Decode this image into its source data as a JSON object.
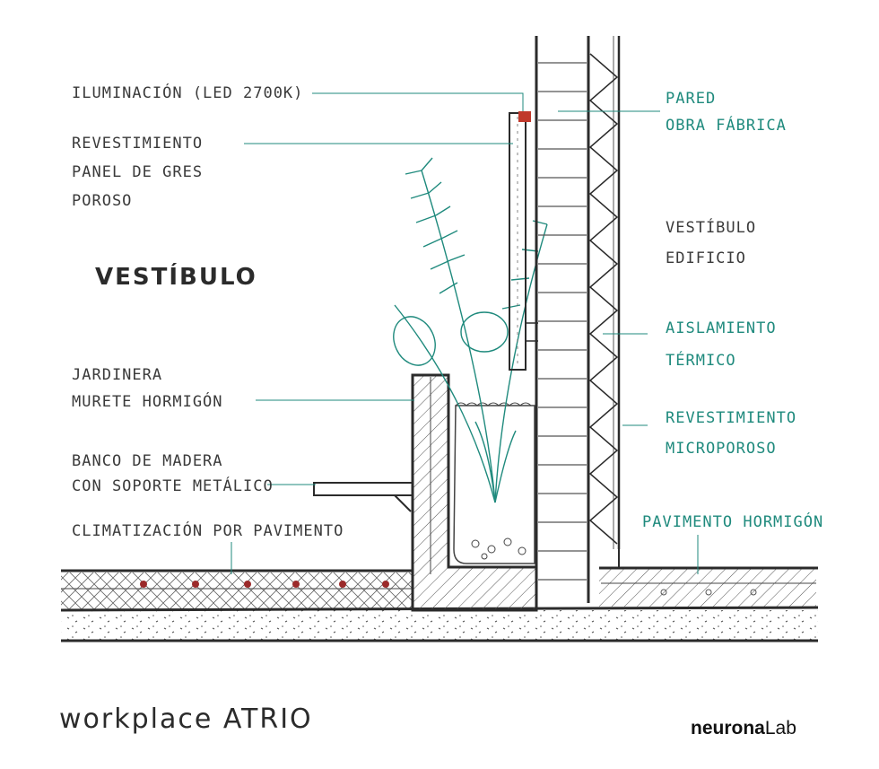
{
  "labels_left": {
    "iluminacion": "ILUMINACIÓN (LED 2700K)",
    "revestimiento_1": "REVESTIMIENTO",
    "revestimiento_2": "PANEL DE GRES",
    "revestimiento_3": "POROSO",
    "vestibulo": "VESTÍBULO",
    "jardinera_1": "JARDINERA",
    "jardinera_2": "MURETE HORMIGÓN",
    "banco_1": "BANCO DE MADERA",
    "banco_2": "CON SOPORTE METÁLICO",
    "climatizacion": "CLIMATIZACIÓN POR PAVIMENTO"
  },
  "labels_right": {
    "pared_1": "PARED",
    "pared_2": "OBRA FÁBRICA",
    "vestibulo_edificio_1": "VESTÍBULO",
    "vestibulo_edificio_2": "EDIFICIO",
    "aislamiento_1": "AISLAMIENTO",
    "aislamiento_2": "TÉRMICO",
    "revestimiento_micro_1": "REVESTIMIENTO",
    "revestimiento_micro_2": "MICROPOROSO",
    "pavimento": "PAVIMENTO HORMIGÓN"
  },
  "title": "workplace ATRIO",
  "brand": {
    "bold": "neurona",
    "light": "Lab"
  },
  "colors": {
    "ink": "#3a3a3a",
    "green": "#1f8a7d",
    "accent": "#c0392b"
  }
}
